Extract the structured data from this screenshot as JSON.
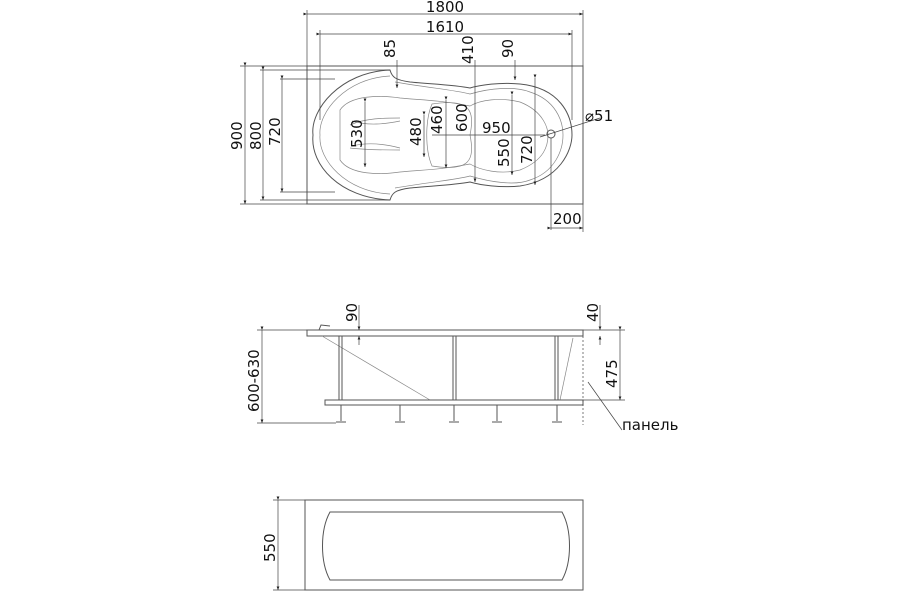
{
  "top_view": {
    "overall_length": "1800",
    "inner_length": "1610",
    "dim_85": "85",
    "dim_410": "410",
    "dim_90": "90",
    "overall_width": "900",
    "width_800": "800",
    "width_720_left": "720",
    "dim_530": "530",
    "dim_480": "480",
    "dim_460": "460",
    "dim_600": "600",
    "dim_950": "950",
    "dim_550": "550",
    "width_720_right": "720",
    "drain_diameter": "⌀51",
    "drain_offset": "200"
  },
  "side_view": {
    "dim_90": "90",
    "dim_40": "40",
    "height_range": "600-630",
    "depth_475": "475",
    "panel_label": "панель"
  },
  "end_view": {
    "width_550": "550"
  }
}
